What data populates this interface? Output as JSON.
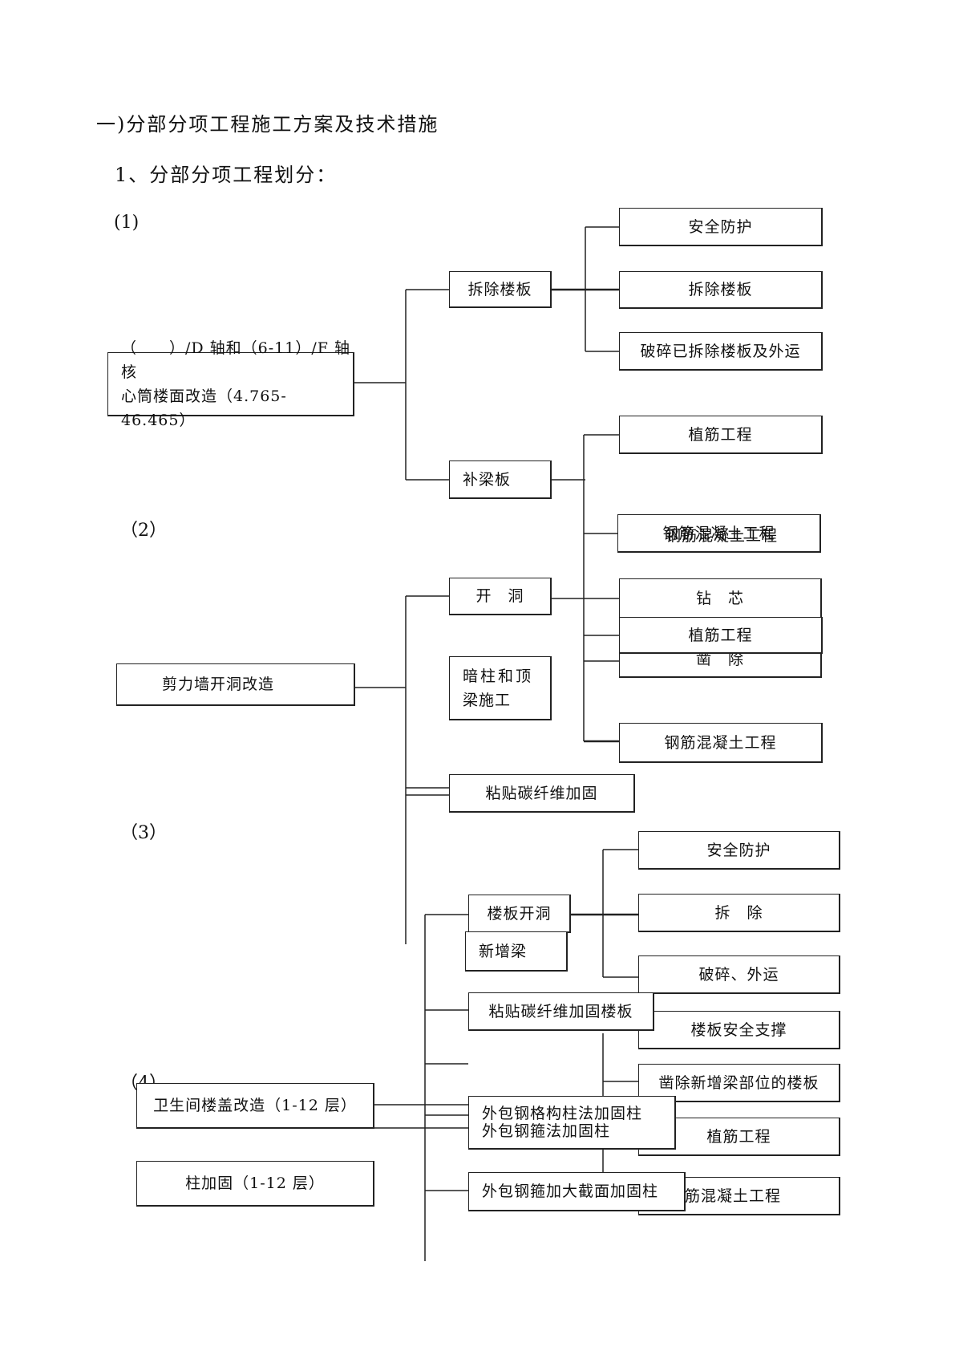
{
  "heading": "一)分部分项工程施工方案及技术措施",
  "subheading": "1、分部分项工程划分：",
  "section_labels": {
    "s1": "(1)",
    "s2": "（2）",
    "s3": "（3）",
    "s4": "（4）"
  },
  "part1": {
    "root_line1": "（　　）/D 轴和（6-11）/F 轴核",
    "root_line2": "心筒楼面改造（4.765-46.465）",
    "remove_slab": "拆除楼板",
    "remove_children": [
      "安全防护",
      "拆除楼板",
      "破碎已拆除楼板及外运"
    ],
    "patch_beam": "补梁板",
    "patch_children": [
      "植筋工程",
      "钢筋混凝土工程",
      "钢筋混凝土工程"
    ]
  },
  "part2": {
    "root": "剪力墙开洞改造",
    "open_hole": "开　洞",
    "open_children": [
      "钻　芯",
      "凿　除",
      "植筋工程"
    ],
    "hidden_col_line1": "暗柱和顶",
    "hidden_col_line2": "梁施工",
    "hidden_col_child": "钢筋混凝土工程",
    "carbon_fiber": "粘贴碳纤维加固"
  },
  "part3": {
    "root": "卫生间楼盖改造（1-12 层）",
    "slab_opening": "楼板开洞",
    "slab_children": [
      "安全防护",
      "拆　除",
      "破碎、外运"
    ],
    "new_beam": "新增梁",
    "new_beam_children": [
      "楼板安全支撑",
      "凿除新增梁部位的楼板",
      "植筋工程",
      "钢筋混凝土工程"
    ],
    "carbon_fiber_slab": "粘贴碳纤维加固楼板"
  },
  "part4": {
    "root": "柱加固（1-12 层）",
    "steel_lattice": "外包钢格构柱法加固柱",
    "steel_hoop": "外包钢箍法加固柱",
    "steel_hoop_enlarge": "外包钢箍加大截面加固柱"
  }
}
